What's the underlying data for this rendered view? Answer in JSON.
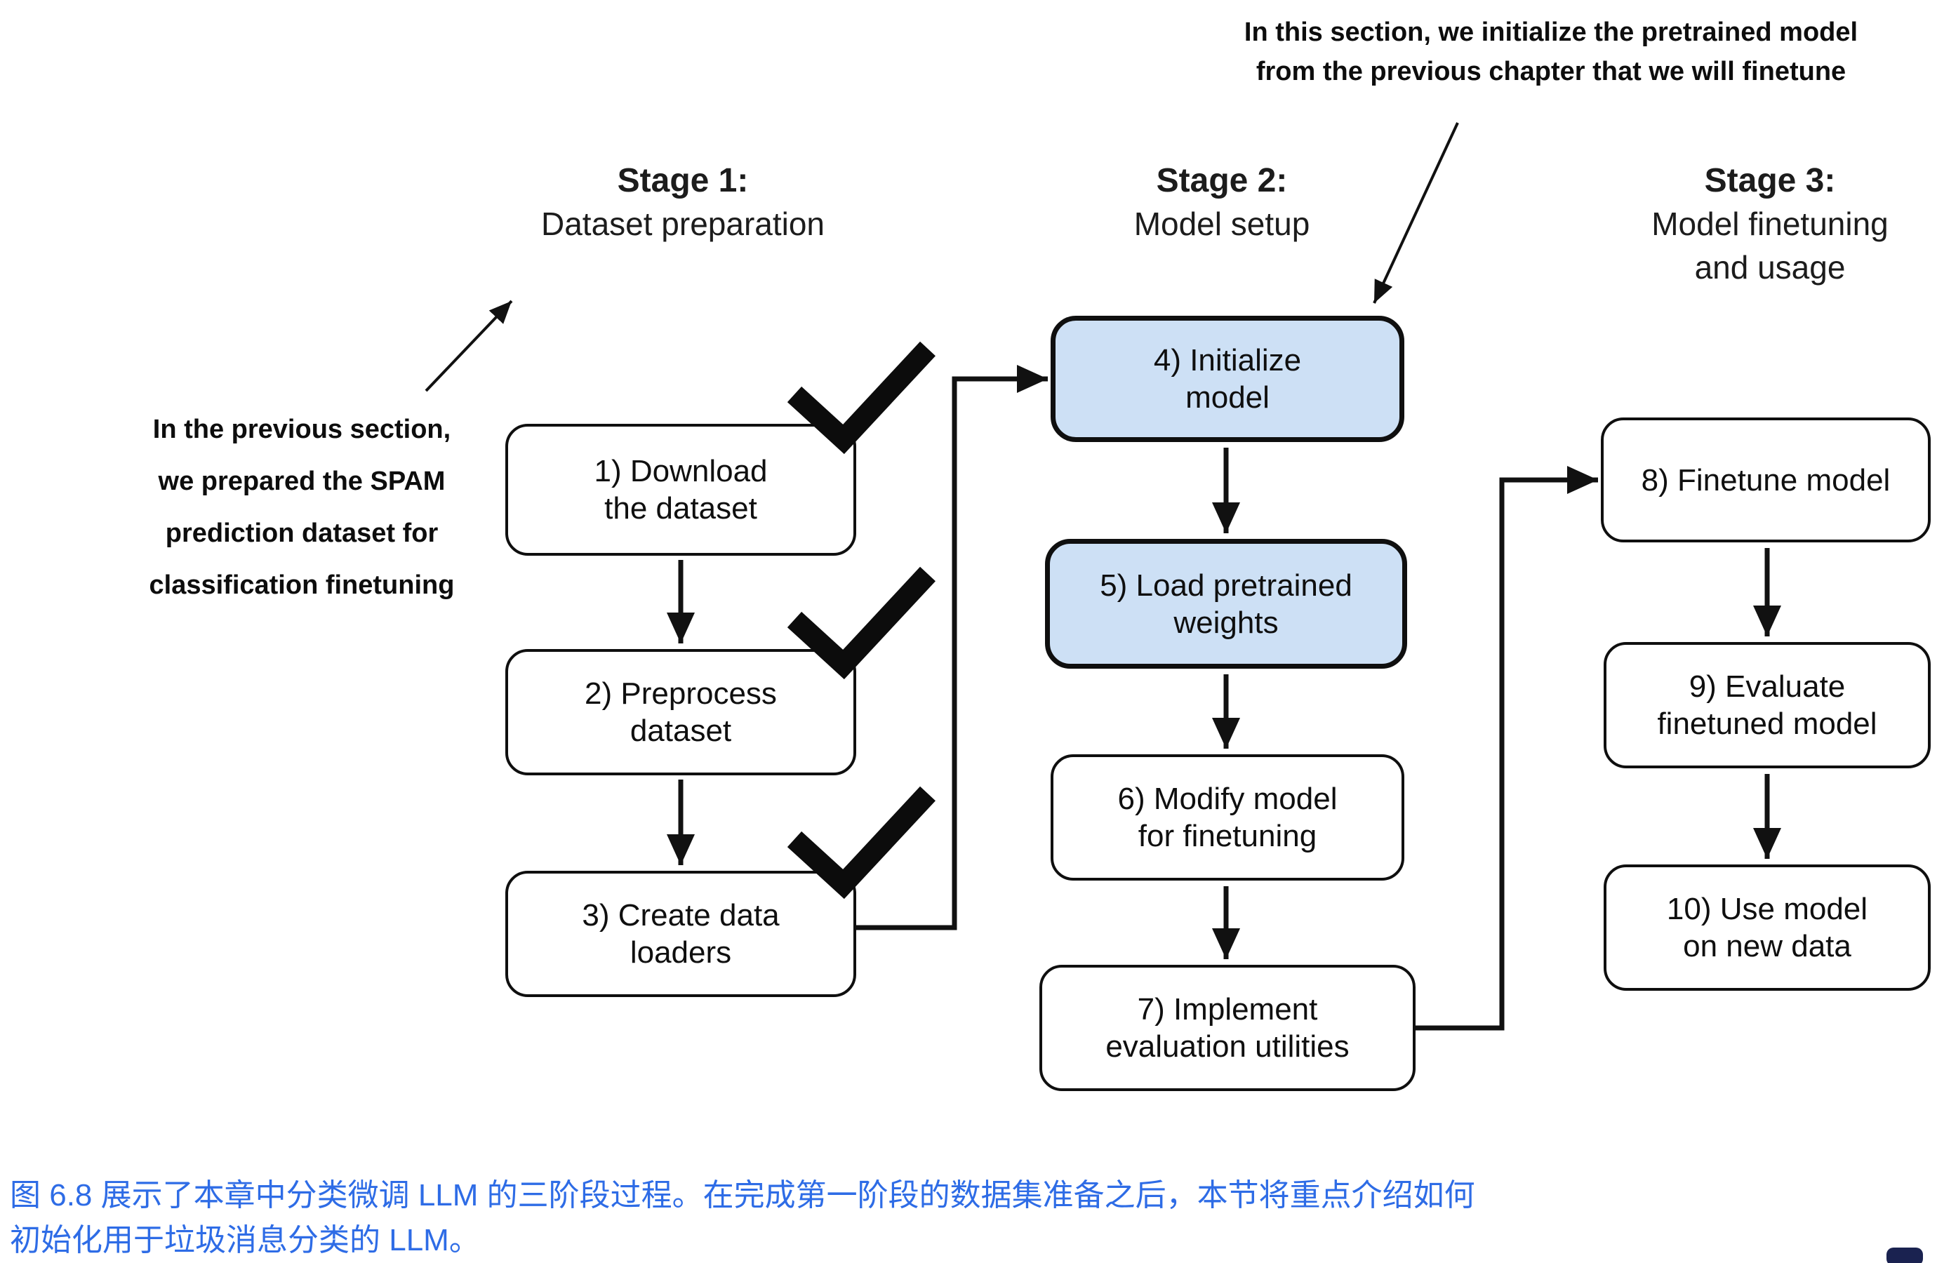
{
  "figure": {
    "top_note": {
      "line1": "In this section, we initialize the pretrained model",
      "line2": "from the previous chapter that we will finetune"
    },
    "left_note": {
      "line1": "In the previous section,",
      "line2": "we prepared the SPAM",
      "line3": "prediction dataset for",
      "line4": "classification finetuning"
    },
    "stages": [
      {
        "title": "Stage 1:",
        "subtitle_lines": [
          "Dataset preparation"
        ]
      },
      {
        "title": "Stage 2:",
        "subtitle_lines": [
          "Model setup"
        ]
      },
      {
        "title": "Stage 3:",
        "subtitle_lines": [
          "Model finetuning",
          "and usage"
        ]
      }
    ],
    "boxes": [
      {
        "line1": "1) Download",
        "line2": "the dataset",
        "checked": true,
        "highlighted": false
      },
      {
        "line1": "2) Preprocess",
        "line2": "dataset",
        "checked": true,
        "highlighted": false
      },
      {
        "line1": "3) Create data",
        "line2": "loaders",
        "checked": true,
        "highlighted": false
      },
      {
        "line1": "4) Initialize",
        "line2": "model",
        "checked": false,
        "highlighted": true
      },
      {
        "line1": "5) Load pretrained",
        "line2": "weights",
        "checked": false,
        "highlighted": true
      },
      {
        "line1": "6) Modify model",
        "line2": "for finetuning",
        "checked": false,
        "highlighted": false
      },
      {
        "line1": "7) Implement",
        "line2": "evaluation utilities",
        "checked": false,
        "highlighted": false
      },
      {
        "line1": "8) Finetune model",
        "line2": "",
        "checked": false,
        "highlighted": false
      },
      {
        "line1": "9) Evaluate",
        "line2": "finetuned model",
        "checked": false,
        "highlighted": false
      },
      {
        "line1": "10) Use model",
        "line2": "on new data",
        "checked": false,
        "highlighted": false
      }
    ],
    "icons": {
      "check": "heavy-check-mark"
    },
    "colors": {
      "highlight_fill": "#cde0f5",
      "line_color": "#111111",
      "caption_color": "#2e6ce6"
    }
  },
  "caption": {
    "line1": "图 6.8 展示了本章中分类微调 LLM 的三阶段过程。在完成第一阶段的数据集准备之后，本节将重点介绍如何",
    "line2": "初始化用于垃圾消息分类的 LLM。"
  }
}
